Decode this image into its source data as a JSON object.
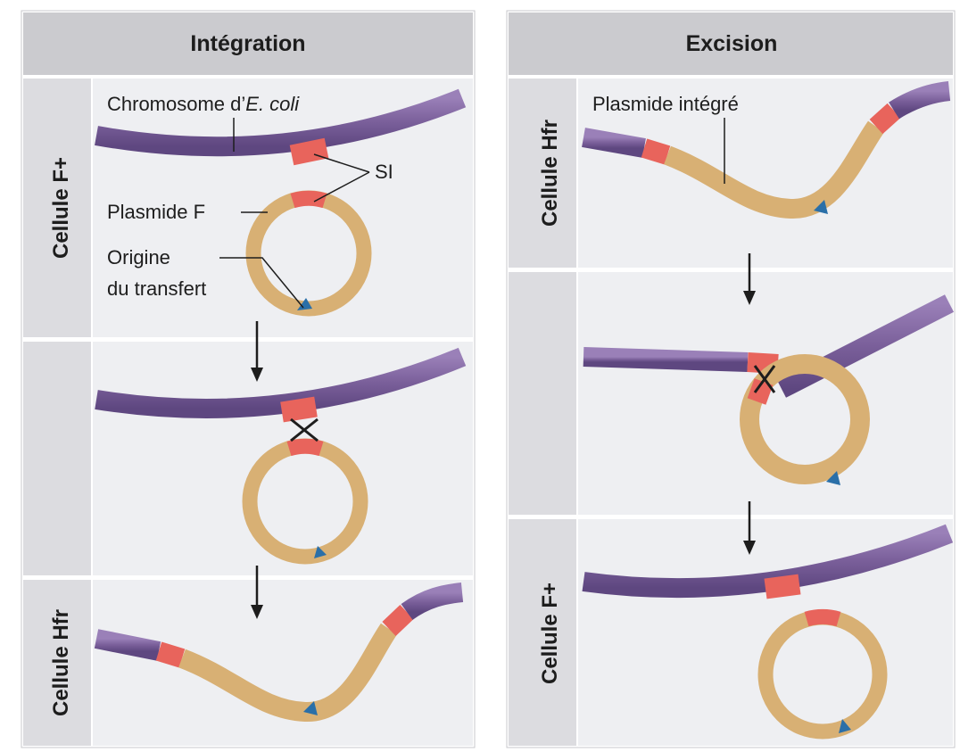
{
  "panels": {
    "left": {
      "title": "Intégration",
      "row_labels": [
        "Cellule F+",
        "",
        "Cellule Hfr"
      ],
      "labels": {
        "chromosome": "Chromosome d’",
        "chromosome_species": "E. coli",
        "si": "SI",
        "plasmid": "Plasmide F",
        "origin_line1": "Origine",
        "origin_line2": "du transfert"
      }
    },
    "right": {
      "title": "Excision",
      "row_labels": [
        "Cellule Hfr",
        "",
        "Cellule F+"
      ],
      "labels": {
        "integrated_plasmid": "Plasmide intégré"
      }
    }
  },
  "colors": {
    "header_bg": "#cbcbcf",
    "side_bg": "#dcdce0",
    "cell_bg": "#eeeff2",
    "chromosome": "#7a5f9a",
    "plasmid": "#d8b074",
    "insertion_sequence": "#e8645c",
    "origin_arrow": "#2a6fa8"
  }
}
